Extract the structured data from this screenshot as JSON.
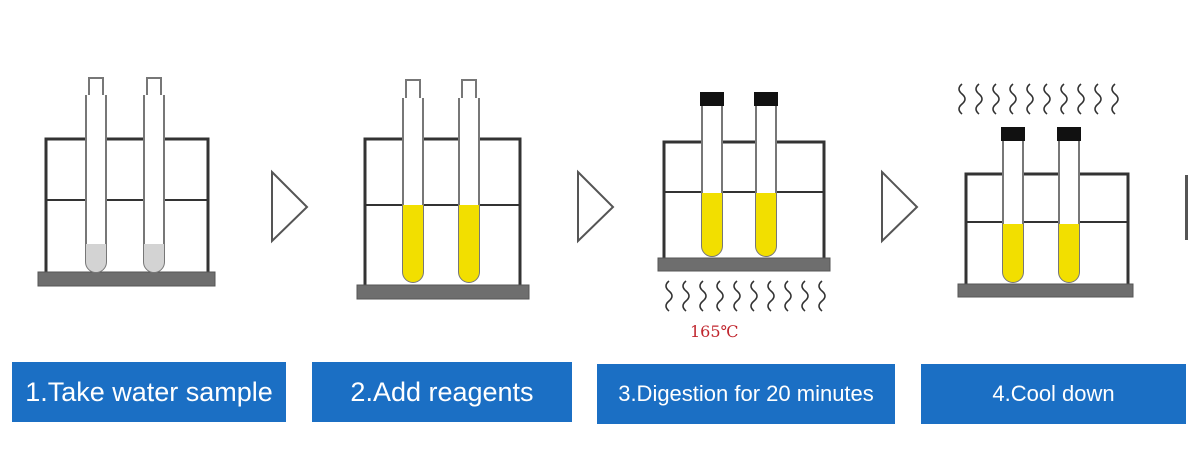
{
  "steps": [
    {
      "label": "1.Take water sample"
    },
    {
      "label": "2.Add reagents"
    },
    {
      "label": "3.Digestion for 20 minutes"
    },
    {
      "label": "4.Cool down"
    }
  ],
  "heat_label": "165℃",
  "colors": {
    "label_bg": "#1b6fc4",
    "label_text": "#ffffff",
    "rack_frame": "#333333",
    "rack_base": "#6e6e6e",
    "reagent_fill": "#f2df00",
    "sample_fill": "#d3d3d3",
    "cap": "#111111",
    "temperature_text": "#c0262e"
  },
  "icons": [
    "heat-wave-icon",
    "steam-wave-icon",
    "arrow-icon"
  ]
}
